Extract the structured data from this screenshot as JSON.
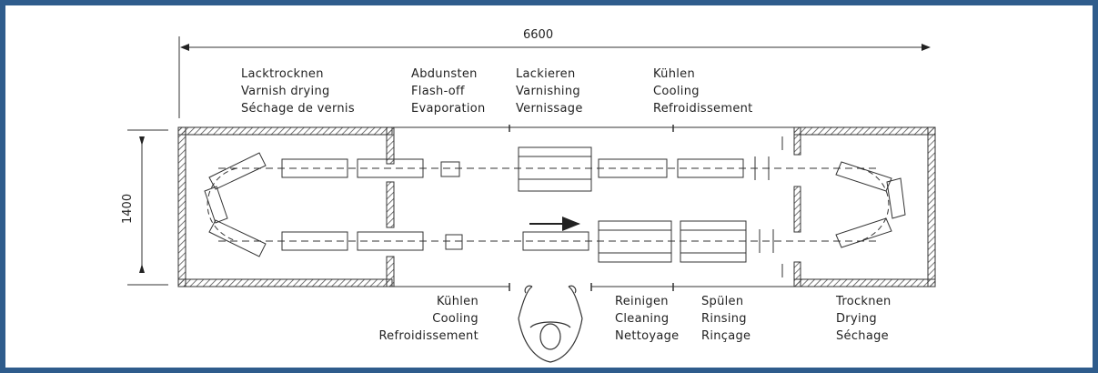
{
  "dimensions": {
    "length": "6600",
    "width": "1400"
  },
  "labels": {
    "lacktrocknen": [
      "Lacktrocknen",
      "Varnish drying",
      "Séchage de vernis"
    ],
    "abdunsten": [
      "Abdunsten",
      "Flash-off",
      "Evaporation"
    ],
    "lackieren": [
      "Lackieren",
      "Varnishing",
      "Vernissage"
    ],
    "kuehlen_top": [
      "Kühlen",
      "Cooling",
      "Refroidissement"
    ],
    "kuehlen_bottom": [
      "Kühlen",
      "Cooling",
      "Refroidissement"
    ],
    "reinigen": [
      "Reinigen",
      "Cleaning",
      "Nettoyage"
    ],
    "spuelen": [
      "Spülen",
      "Rinsing",
      "Rinçage"
    ],
    "trocknen": [
      "Trocknen",
      "Drying",
      "Séchage"
    ]
  },
  "colors": {
    "frame": "#2f5c8c",
    "line": "#333333",
    "hatch": "#555555"
  }
}
